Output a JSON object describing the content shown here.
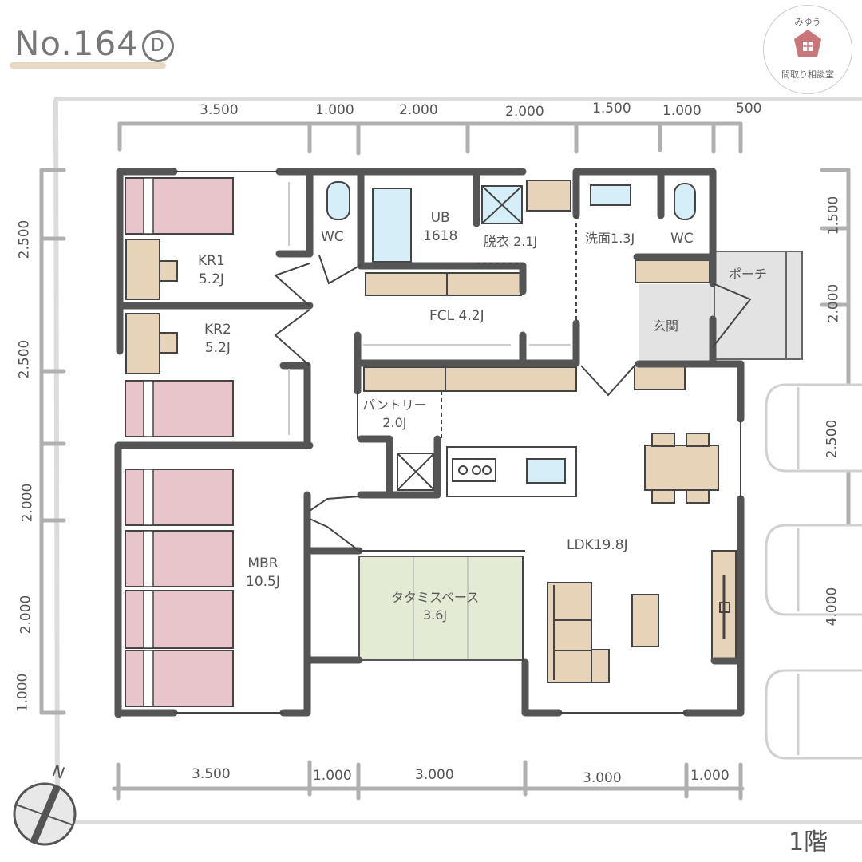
{
  "header": {
    "plan_number": "No.164",
    "plan_variant": "D",
    "floor_label": "1階"
  },
  "logo": {
    "top_text": "みゆう",
    "bottom_text": "間取り相談室",
    "house_color": "#c9767a"
  },
  "dimensions": {
    "top": [
      "3.500",
      "1.000",
      "2.000",
      "2.000",
      "1.500",
      "1.000",
      "500"
    ],
    "bottom": [
      "3.500",
      "1.000",
      "3.000",
      "3.000",
      "1.000"
    ],
    "left": [
      "2.500",
      "2.500",
      "2.000",
      "2.000",
      "1.000"
    ],
    "right": [
      "1.500",
      "2.000",
      "2.500",
      "4.000"
    ]
  },
  "rooms": {
    "kr1": {
      "name": "KR1",
      "size": "5.2J"
    },
    "kr2": {
      "name": "KR2",
      "size": "5.2J"
    },
    "mbr": {
      "name": "MBR",
      "size": "10.5J"
    },
    "wc1": {
      "name": "WC"
    },
    "ub": {
      "name": "UB",
      "size": "1618"
    },
    "datsui": {
      "name": "脱衣",
      "size": "2.1J"
    },
    "senmen": {
      "name": "洗面",
      "size": "1.3J"
    },
    "wc2": {
      "name": "WC"
    },
    "porch": {
      "name": "ポーチ"
    },
    "genkan": {
      "name": "玄関"
    },
    "fcl": {
      "name": "FCL",
      "size": "4.2J"
    },
    "pantry": {
      "name": "パントリー",
      "size": "2.0J"
    },
    "ldk": {
      "name": "LDK",
      "size": "19.8J"
    },
    "tatami": {
      "name": "タタミスペース",
      "size": "3.6J"
    }
  },
  "colors": {
    "wall": "#555555",
    "bed": "#e8c4cb",
    "furniture": "#e6d3b8",
    "water": "#d6eef8",
    "tatami": "#e3ebd4",
    "entrance": "#e3e3e3",
    "dim_line": "#b0b0b0",
    "underline": "#e8d9c2"
  },
  "north_label": "N"
}
